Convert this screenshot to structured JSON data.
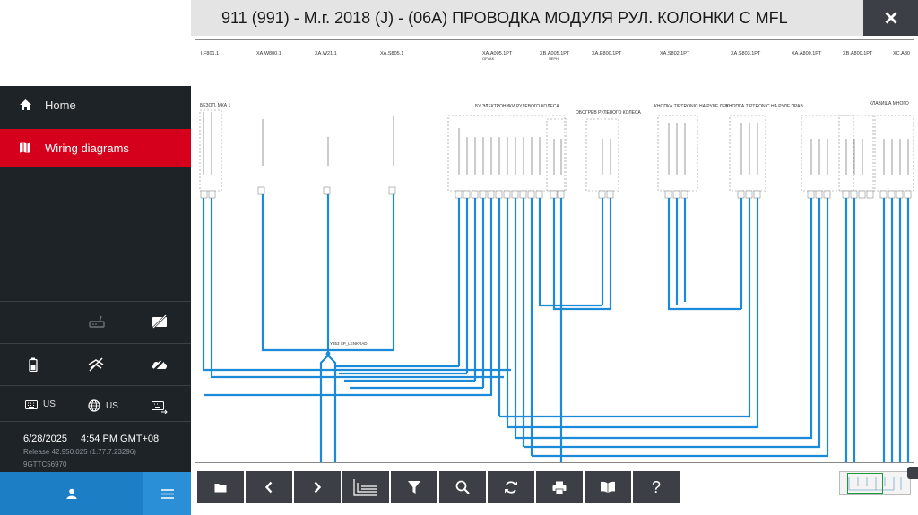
{
  "title": "911 (991) - М.г. 2018 (J) - (06А) ПРОВОДКА МОДУЛЯ РУЛ. КОЛОНКИ С MFL",
  "nav": [
    {
      "label": "Home",
      "icon": "home-icon"
    },
    {
      "label": "Wiring diagrams",
      "icon": "map-icon"
    }
  ],
  "status": {
    "keyboard1": "US",
    "keyboard2": "US",
    "datetime": "6/28/2025  |  4:54 PM GMT+08",
    "release": "Release 42.950.025 (1.77.7.23296)",
    "serial": "9GTTC56970"
  },
  "toolbar": [
    "folder-icon",
    "chevron-left-icon",
    "chevron-right-icon",
    "layers-icon",
    "filter-icon",
    "search-icon",
    "refresh-icon",
    "print-icon",
    "book-icon",
    "help-icon"
  ],
  "toolbar_help_label": "?",
  "diagram": {
    "connectors": [
      "I.F801.1",
      "XA.W800.1",
      "XA.W21.1",
      "XA.S805.1",
      "XA.A005.1PT",
      "XB.A005.1PT",
      "XA.E800.1PT",
      "XA.S802.1PT",
      "XA.S803.1PT",
      "XA.A800.1PT",
      "XB.A800.1PT",
      "XC.A80"
    ],
    "connector_notes": [
      "OFVAK",
      "ЧЕРН"
    ],
    "modules": [
      {
        "label": "БУ ЭЛЕКТРОНИКИ РУЛЕВОГО КОЛЕСА"
      },
      {
        "label": "ОБОГРЕВ РУЛЕВОГО КОЛЕСА"
      },
      {
        "label": "КНОПКА TIPTRONIC НА РУЛЕ ЛЕВ."
      },
      {
        "label": "КНОПКА TIPTRONIC НА РУЛЕ ПРАВ."
      },
      {
        "label": "КЛАВИША МНОГО"
      }
    ],
    "side_label": "БЕЗОП. МКА 1",
    "ground_label": "Y353 SP_LENKRAD"
  }
}
